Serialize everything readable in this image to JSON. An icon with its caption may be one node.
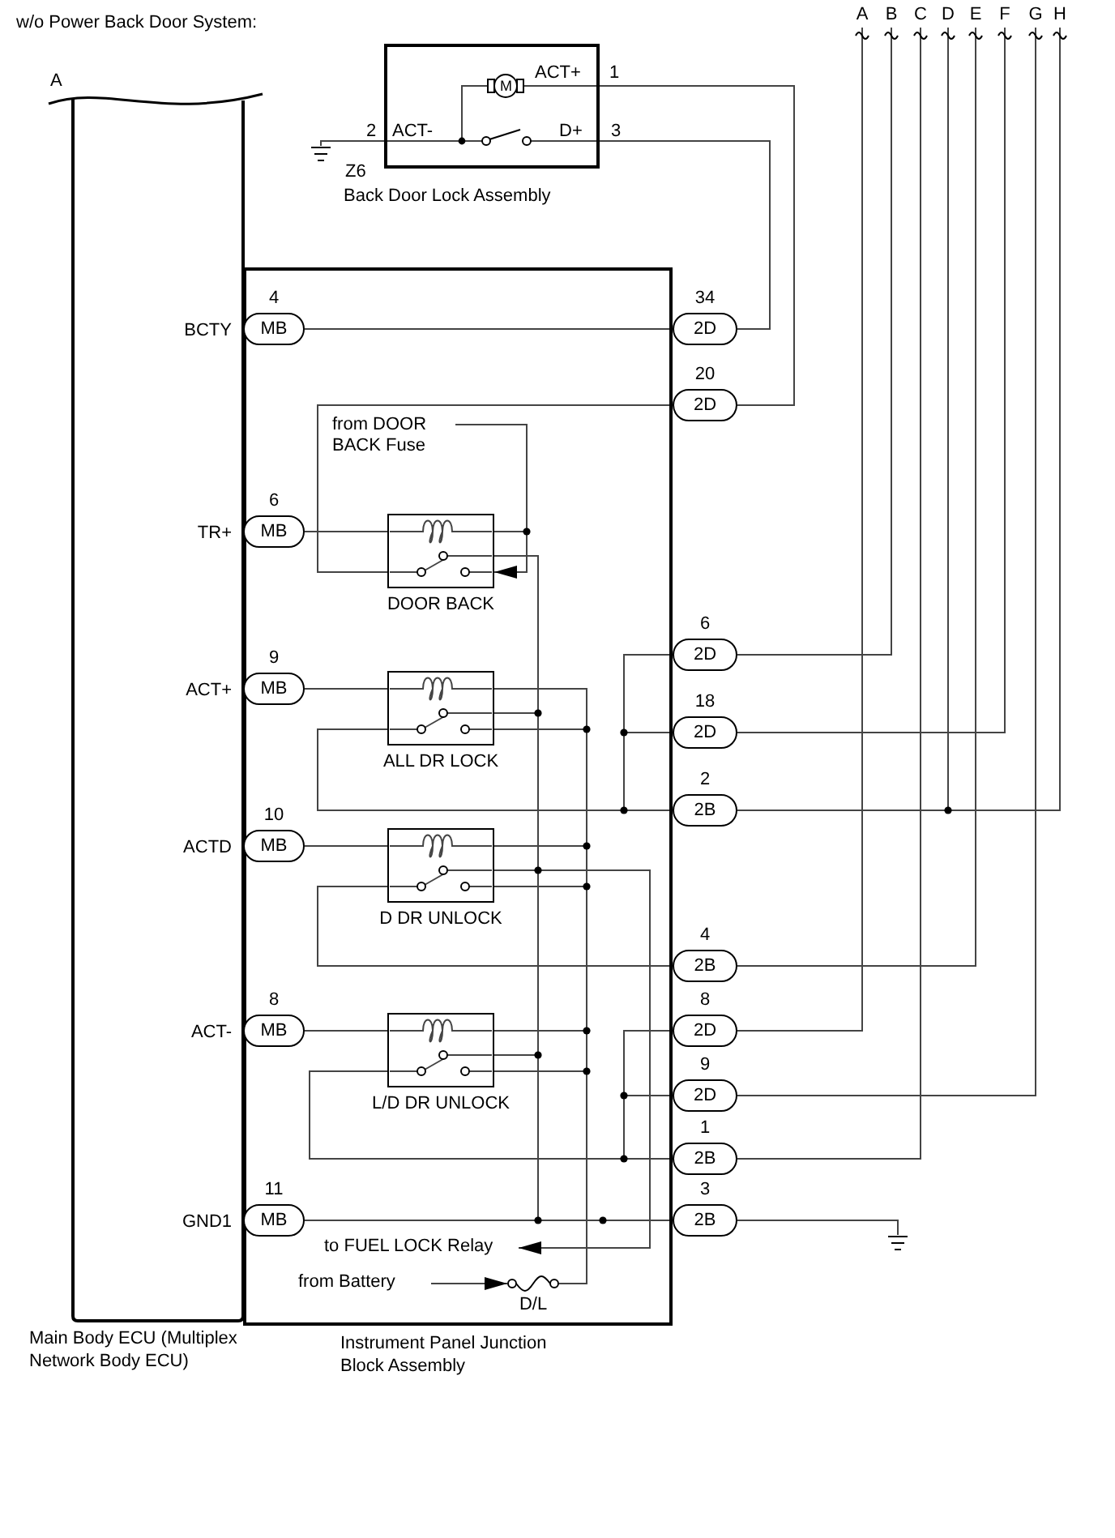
{
  "diagram": {
    "title": "w/o Power Back Door System:",
    "nodes": [
      {
        "text": [
          "Main Body ECU (Multiplex Network Body ECU)"
        ],
        "beside": [
          "A"
        ]
      },
      {
        "text": [
          "Back Door Lock Assembly"
        ],
        "beside": [
          "Z6"
        ]
      },
      {
        "text": [
          "Instrument Panel Junction Block Assembly"
        ]
      },
      {
        "text": [
          "4",
          "MB"
        ],
        "in": 2
      },
      {
        "text": [
          "6",
          "MB"
        ],
        "in": 2
      },
      {
        "text": [
          "9",
          "MB"
        ],
        "in": 2
      },
      {
        "text": [
          "10",
          "MB"
        ],
        "in": 2
      },
      {
        "text": [
          "8",
          "MB"
        ],
        "in": 2
      },
      {
        "text": [
          "11",
          "MB"
        ],
        "in": 2
      },
      {
        "text": [
          "34",
          "2D"
        ]
      },
      {
        "text": [
          "20",
          "2D"
        ]
      },
      {
        "text": [
          "6",
          "2D"
        ]
      },
      {
        "text": [
          "18",
          "2D"
        ]
      },
      {
        "text": [
          "2",
          "2B"
        ]
      },
      {
        "text": [
          "4",
          "2B"
        ]
      },
      {
        "text": [
          "8",
          "2D"
        ]
      },
      {
        "text": [
          "9",
          "2D"
        ]
      },
      {
        "text": [
          "1",
          "2B"
        ]
      },
      {
        "text": [
          "3",
          "2B"
        ]
      },
      {
        "text": [
          "DOOR BACK"
        ],
        "in": 2
      },
      {
        "text": [
          "ALL DR LOCK"
        ],
        "in": 2
      },
      {
        "text": [
          "D DR UNLOCK"
        ],
        "in": 2
      },
      {
        "text": [
          "L/D DR UNLOCK"
        ],
        "in": 2
      },
      {
        "text": [
          "D/L"
        ],
        "in": 2
      },
      {
        "text": [
          "from DOOR BACK Fuse"
        ],
        "in": 2
      },
      {
        "text": [
          "to FUEL LOCK Relay"
        ],
        "in": 2
      },
      {
        "text": [
          "from Battery"
        ],
        "in": 2
      },
      {
        "text": [],
        "shape": "ground"
      },
      {
        "text": [],
        "shape": "ground"
      },
      {
        "text": [
          "A"
        ]
      },
      {
        "text": [
          "B"
        ]
      },
      {
        "text": [
          "C"
        ]
      },
      {
        "text": [
          "D"
        ]
      },
      {
        "text": [
          "E"
        ]
      },
      {
        "text": [
          "F"
        ]
      },
      {
        "text": [
          "G"
        ]
      },
      {
        "text": [
          "H"
        ]
      }
    ],
    "edges": [
      {
        "from": 3,
        "to": 9,
        "arrow": "none"
      },
      {
        "from": 9,
        "to": 1,
        "arrow": "none"
      },
      {
        "from": 10,
        "to": 1,
        "arrow": "none"
      },
      {
        "from": 1,
        "to": 27,
        "arrow": "none"
      },
      {
        "from": 10,
        "to": 19,
        "arrow": "none"
      },
      {
        "from": 24,
        "to": 19,
        "arrow": "none"
      },
      {
        "from": 24,
        "to": 19,
        "arrow": "to"
      },
      {
        "from": 4,
        "to": 19,
        "arrow": "none"
      },
      {
        "from": 19,
        "to": 8,
        "arrow": "none"
      },
      {
        "from": 5,
        "to": 20,
        "arrow": "none"
      },
      {
        "from": 20,
        "to": 8,
        "arrow": "none"
      },
      {
        "from": 23,
        "to": 20,
        "arrow": "none"
      },
      {
        "from": 23,
        "to": 20,
        "arrow": "none"
      },
      {
        "from": 20,
        "to": 13,
        "arrow": "none"
      },
      {
        "from": 20,
        "to": 11,
        "arrow": "none"
      },
      {
        "from": 20,
        "to": 12,
        "arrow": "none"
      },
      {
        "from": 6,
        "to": 21,
        "arrow": "none"
      },
      {
        "from": 23,
        "to": 21,
        "arrow": "none"
      },
      {
        "from": 23,
        "to": 21,
        "arrow": "none"
      },
      {
        "from": 21,
        "to": 8,
        "arrow": "none"
      },
      {
        "from": 21,
        "to": 25,
        "arrow": "to"
      },
      {
        "from": 21,
        "to": 14,
        "arrow": "none"
      },
      {
        "from": 7,
        "to": 22,
        "arrow": "none"
      },
      {
        "from": 23,
        "to": 22,
        "arrow": "none"
      },
      {
        "from": 23,
        "to": 22,
        "arrow": "none"
      },
      {
        "from": 22,
        "to": 8,
        "arrow": "none"
      },
      {
        "from": 22,
        "to": 17,
        "arrow": "none"
      },
      {
        "from": 22,
        "to": 15,
        "arrow": "none"
      },
      {
        "from": 22,
        "to": 16,
        "arrow": "none"
      },
      {
        "from": 26,
        "to": 23,
        "arrow": "to"
      },
      {
        "from": 8,
        "to": 18,
        "arrow": "none"
      },
      {
        "from": 18,
        "to": 28,
        "arrow": "none"
      },
      {
        "from": 11,
        "to": 30,
        "arrow": "none"
      },
      {
        "from": 12,
        "to": 34,
        "arrow": "none"
      },
      {
        "from": 13,
        "to": 36,
        "arrow": "none"
      },
      {
        "from": 13,
        "to": 32,
        "arrow": "none"
      },
      {
        "from": 14,
        "to": 33,
        "arrow": "none"
      },
      {
        "from": 15,
        "to": 29,
        "arrow": "none"
      },
      {
        "from": 16,
        "to": 35,
        "arrow": "none"
      },
      {
        "from": 17,
        "to": 31,
        "arrow": "none"
      }
    ],
    "labels": [
      "ACT+",
      "1",
      "2",
      "ACT-",
      "D+",
      "3",
      "M",
      "BCTY",
      "TR+",
      "ACT+",
      "ACTD",
      "ACT-",
      "GND1"
    ]
  }
}
